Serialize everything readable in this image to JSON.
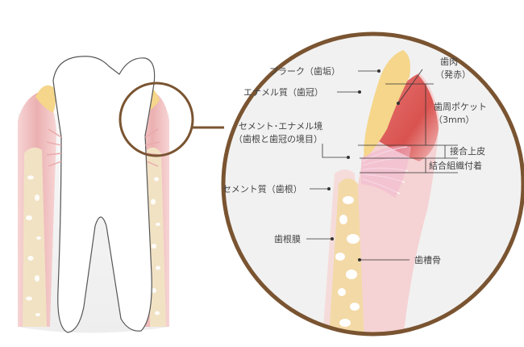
{
  "diagram": {
    "labels": {
      "plaque": "プラーク（歯垢）",
      "enamel": "エナメル質（歯冠）",
      "cej_line1": "セメント･エナメル境",
      "cej_line2": "（歯根と歯冠の境目）",
      "cementum": "セメント質（歯根）",
      "pdl": "歯根膜",
      "gingiva_line1": "歯肉",
      "gingiva_line2": "（発赤）",
      "pocket_line1": "歯周ポケット",
      "pocket_line2": "（3mm）",
      "junctional_epithelium": "接合上皮",
      "ct_attachment": "結合組織付着",
      "alveolar_bone": "歯槽骨"
    },
    "colors": {
      "frame": "#7a5431",
      "gingiva": "#e9a8a9",
      "gingiva_inflamed": "#d9534f",
      "plaque": "#f5d68a",
      "bone": "#f3d9a6",
      "enamel": "#ffffff"
    }
  }
}
